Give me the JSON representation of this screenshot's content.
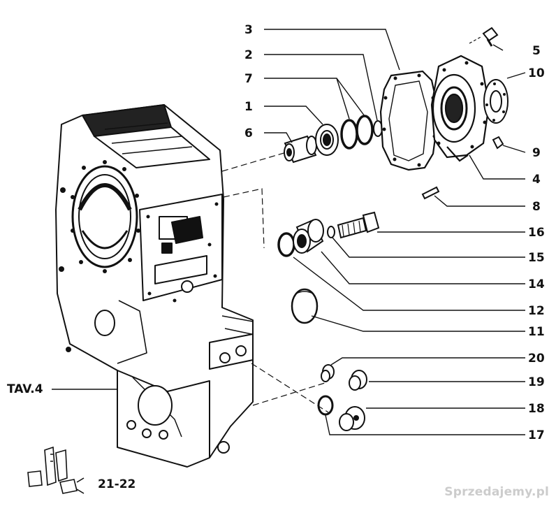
{
  "diagram": {
    "group_label": "TAV.4",
    "ref_label": "21-22",
    "callouts": [
      "1",
      "2",
      "3",
      "4",
      "5",
      "6",
      "7",
      "8",
      "9",
      "10",
      "11",
      "12",
      "14",
      "15",
      "16",
      "17",
      "18",
      "19",
      "20"
    ]
  },
  "watermark": {
    "text": "Sprzedajemy",
    "suffix": ".pl"
  }
}
